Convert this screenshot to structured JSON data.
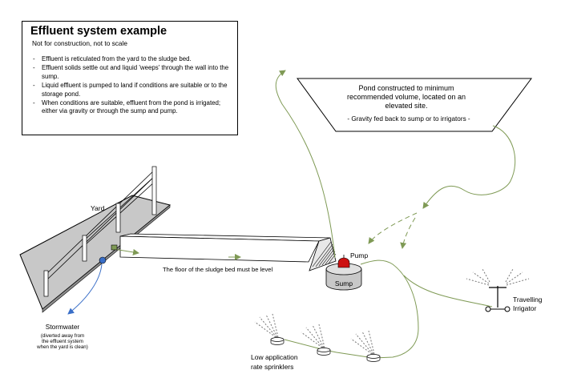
{
  "info": {
    "title": "Effluent system example",
    "subtitle": "Not for construction, not to scale",
    "bullets": [
      "Effluent is reticulated from the yard to the sludge bed.",
      "Effluent solids settle out and liquid 'weeps' through the wall into the sump.",
      "Liquid effluent is pumped to land if conditions are suitable or to the storage pond.",
      "When conditions are suitable, effluent from the pond is irrigated; either via gravity or through the sump and pump."
    ]
  },
  "pond": {
    "text_lines": [
      "Pond constructed to minimum",
      "recommended volume, located on an",
      "elevated site."
    ],
    "note": "- Gravity fed back to sump or to irrigators -"
  },
  "labels": {
    "yard": "Yard",
    "sludge_bed": "The floor of the sludge bed must be level",
    "pump": "Pump",
    "sump": "Sump",
    "stormwater": "Stormwater",
    "stormwater_note": [
      "(diverted away from",
      "the effluent system",
      "when the yard is clean)"
    ],
    "sprinklers": [
      "Low application",
      "rate sprinklers"
    ],
    "irrigator": [
      "Travelling",
      "Irrigator"
    ]
  },
  "colors": {
    "pipe": "#7f9a55",
    "yard_fill": "#c8c8c8",
    "stormwater": "#3a6fc8",
    "pump": "#cc1111"
  }
}
